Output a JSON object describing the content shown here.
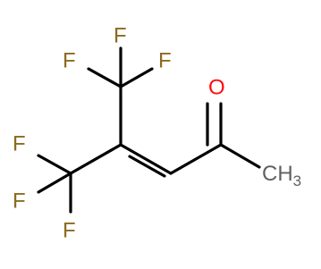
{
  "molecule": {
    "atoms": {
      "f1": "F",
      "f2": "F",
      "f3": "F",
      "f4": "F",
      "f5": "F",
      "f6": "F",
      "oxygen": "O",
      "methyl_main": "CH",
      "methyl_sub": "3"
    },
    "colors": {
      "fluorine": "#8b6b1f",
      "oxygen": "#ff0d0d",
      "carbon": "#606060",
      "bond": "#000000"
    }
  }
}
